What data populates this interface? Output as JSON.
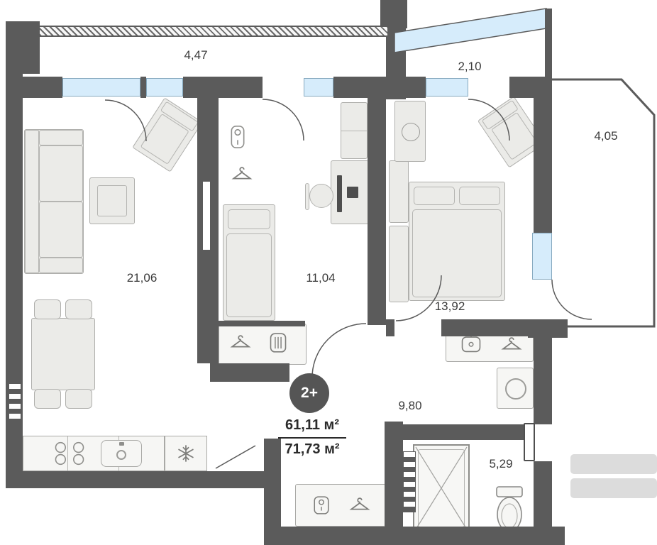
{
  "plan_title": "apartment floor plan",
  "badge": "2+",
  "areas": {
    "living_space": "61,11 м²",
    "total_space": "71,73 м²"
  },
  "labels": {
    "balcony_top": "4,47",
    "balcony_top_right": "2,10",
    "balcony_right": "4,05",
    "living_room": "21,06",
    "bedroom_small": "11,04",
    "bedroom_large": "13,92",
    "hallway": "9,80",
    "bathroom": "5,29"
  },
  "icons": {
    "fridge": "snowflake-icon",
    "wardrobe": "hanger-icon",
    "vanity": "sink-icon",
    "shoe_cabinet": "grid-icon",
    "stove": "burners-icon",
    "bathroom": "toilet-icon"
  },
  "colors": {
    "wall": "#5b5b5b",
    "window": "#d6ecfb",
    "furniture": "#ebebe8",
    "label": "#3a3a3a",
    "badge_bg": "#555555"
  }
}
